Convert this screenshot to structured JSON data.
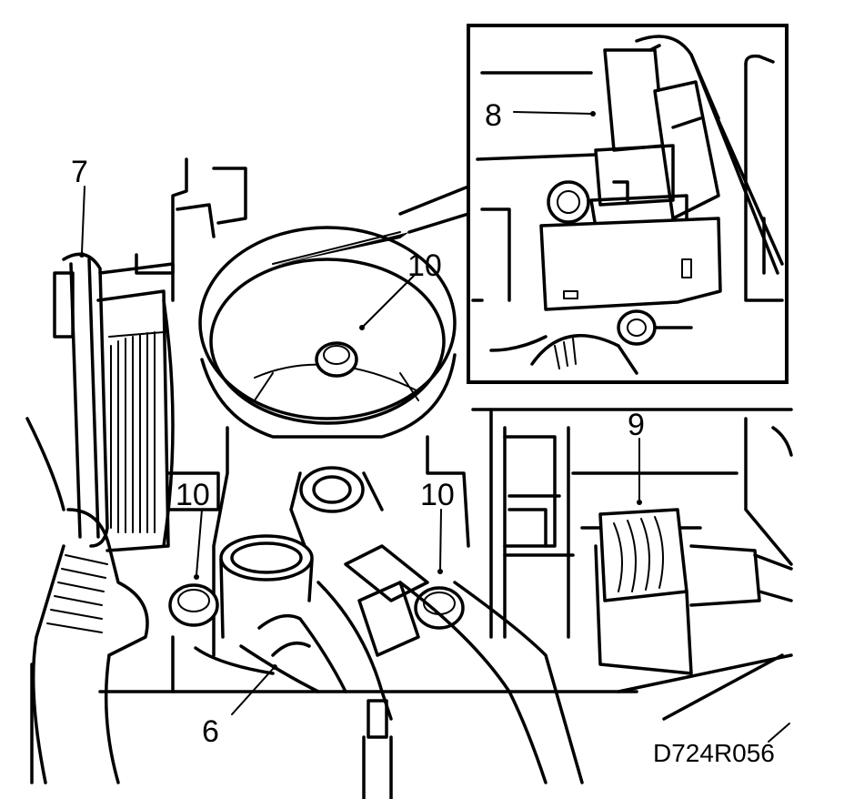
{
  "figure": {
    "code": "D724R056",
    "callouts": {
      "c6": "6",
      "c7": "7",
      "c8": "8",
      "c9": "9",
      "c10a": "10",
      "c10b": "10",
      "c10c": "10"
    }
  }
}
